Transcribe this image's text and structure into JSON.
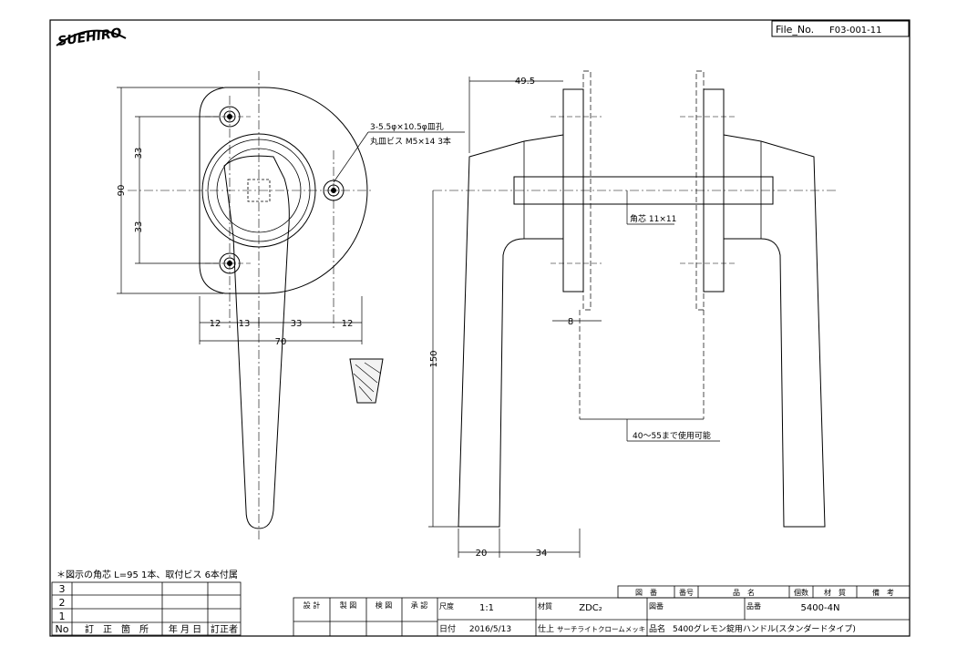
{
  "logo": {
    "text": "SUEHIRO"
  },
  "file_no": {
    "label": "File_No.",
    "value": "F03-001-11"
  },
  "left_view": {
    "dims": {
      "h_total": "90",
      "v_top": "33",
      "v_bottom": "33",
      "b1": "12",
      "b2": "13",
      "b3": "33",
      "b4": "12",
      "total_w": "70"
    },
    "hole_note_1": "3-5.5φ×10.5φ皿孔",
    "hole_note_2": "丸皿ビス M5×14 3本"
  },
  "right_view": {
    "dims": {
      "top": "49.5",
      "length": "150",
      "spacer": "8",
      "bot_a": "20",
      "bot_b": "34"
    },
    "spindle_note": "角芯 11×11",
    "door_note": "40～55まで使用可能"
  },
  "notes": {
    "main": "＊図示の角芯 L=95 1本、取付ビス 6本付属"
  },
  "revision_table": {
    "rows": [
      "3",
      "2",
      "1"
    ],
    "headers": {
      "no": "No",
      "place": "訂　正　箇　所",
      "date": "年 月 日",
      "person": "訂正者"
    }
  },
  "title_block": {
    "roles": [
      "設 計",
      "製 図",
      "検 図",
      "承 認"
    ],
    "scale_label": "尺度",
    "scale": "1:1",
    "date_label": "日付",
    "date": "2016/5/13",
    "material_label": "材質",
    "material": "ZDC₂",
    "finish_label": "仕上",
    "finish": "サーチライトクロームメッキ",
    "number_label": "図番",
    "name_label": "品名",
    "name": "5400グレモン錠用ハンドル(スタンダードタイプ)",
    "part_label": "品番",
    "part": "5400-4N",
    "parts_header": [
      "図　番",
      "番号",
      "品　名",
      "個数",
      "材　質",
      "備　考"
    ]
  }
}
